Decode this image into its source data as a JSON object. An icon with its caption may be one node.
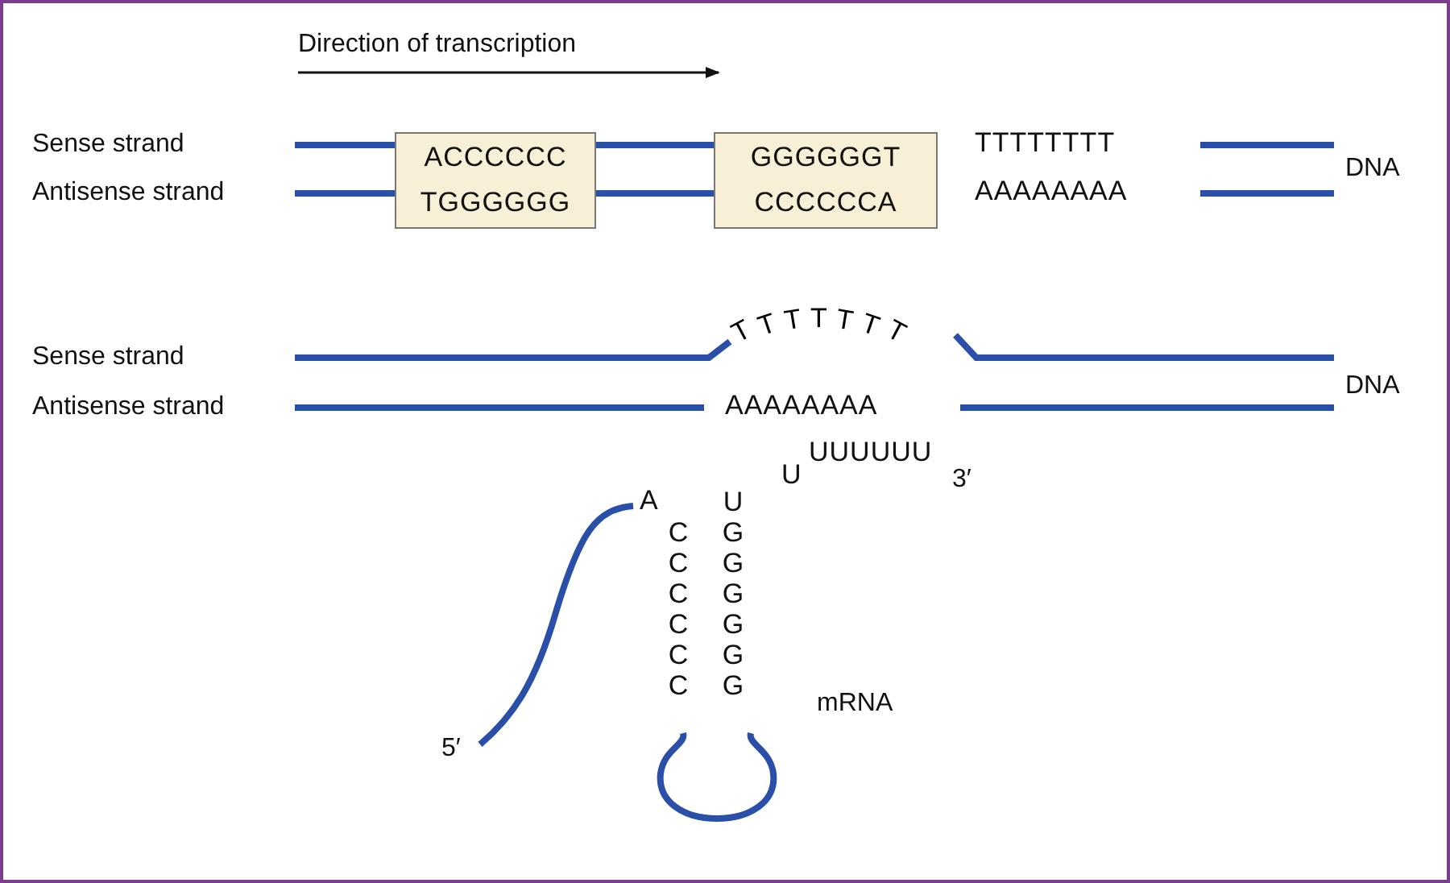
{
  "diagram": {
    "nodes": [
      {
        "text": [
          "ACCCCCC",
          "TGGGGGG"
        ]
      },
      {
        "text": [
          "GGGGGGT",
          "CCCCCCA"
        ]
      }
    ],
    "edges": [
      {
        "from": 0,
        "to": 1,
        "arrow": "none"
      },
      {
        "from": 0,
        "to": 1,
        "arrow": "none"
      }
    ],
    "labels": [
      "Direction of transcription",
      "Sense strand",
      "TTTTTTTT",
      "Antisense strand",
      "AAAAAAAA",
      "DNA",
      "Sense strand",
      "TTTTTTT",
      "Antisense strand",
      "AAAAAAAA",
      "DNA",
      "UUUUUU",
      "U",
      "3′",
      "A",
      "CCCCCC",
      "UGGGGGG",
      "mRNA",
      "5′"
    ]
  }
}
